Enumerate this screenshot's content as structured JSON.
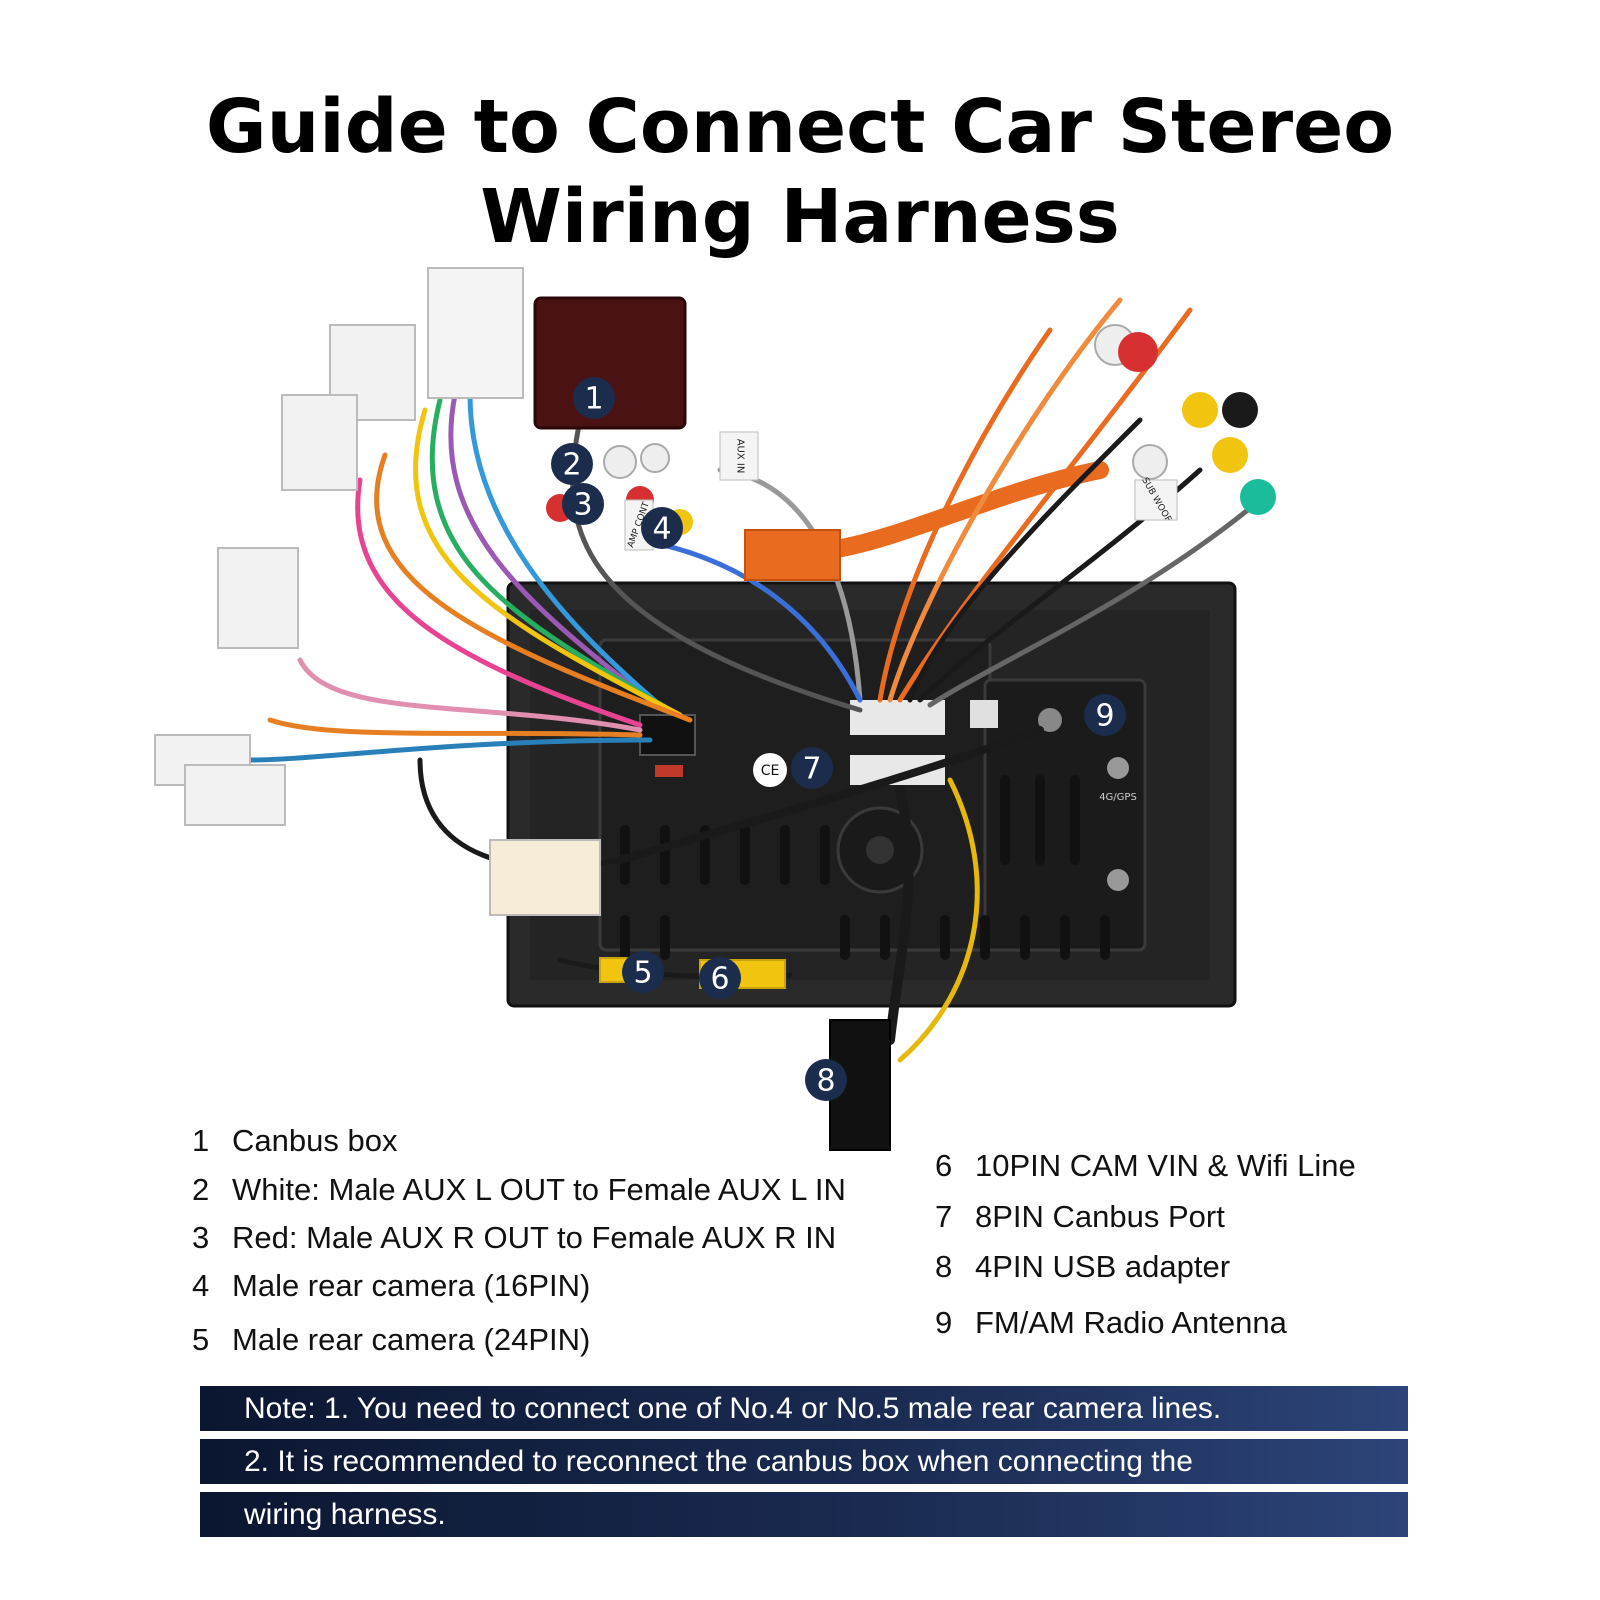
{
  "title": {
    "line1": "Guide to Connect Car Stereo",
    "line2": "Wiring Harness"
  },
  "diagram": {
    "markers": [
      "1",
      "2",
      "3",
      "4",
      "5",
      "6",
      "7",
      "8",
      "9"
    ],
    "part_labels": {
      "aux_tag": "AUX IN",
      "amp_tag": "AMP CONT",
      "sub_tag": "SUB WOOF",
      "ce_mark": "CE",
      "gps_label": "4G/GPS"
    },
    "colors": {
      "marker_fill": "#1c2c4c",
      "stereo_body": "#2a2a2a",
      "note_bar": "#1a2a50"
    }
  },
  "legend": {
    "left": [
      {
        "num": "1",
        "text": "Canbus box"
      },
      {
        "num": "2",
        "text": "White: Male AUX L OUT to Female AUX L IN"
      },
      {
        "num": "3",
        "text": "Red: Male AUX R OUT to Female AUX R IN"
      },
      {
        "num": "4",
        "text": "Male rear camera (16PIN)"
      },
      {
        "num": "5",
        "text": "Male rear camera (24PIN)"
      }
    ],
    "right": [
      {
        "num": "6",
        "text": "10PIN CAM VIN & Wifi Line"
      },
      {
        "num": "7",
        "text": "8PIN Canbus Port"
      },
      {
        "num": "8",
        "text": "4PIN USB adapter"
      },
      {
        "num": "9",
        "text": "FM/AM Radio Antenna"
      }
    ]
  },
  "notes": [
    "Note: 1. You need to connect one of No.4 or No.5 male rear camera lines.",
    "2. It is recommended to reconnect the canbus box when connecting the",
    "wiring harness."
  ]
}
